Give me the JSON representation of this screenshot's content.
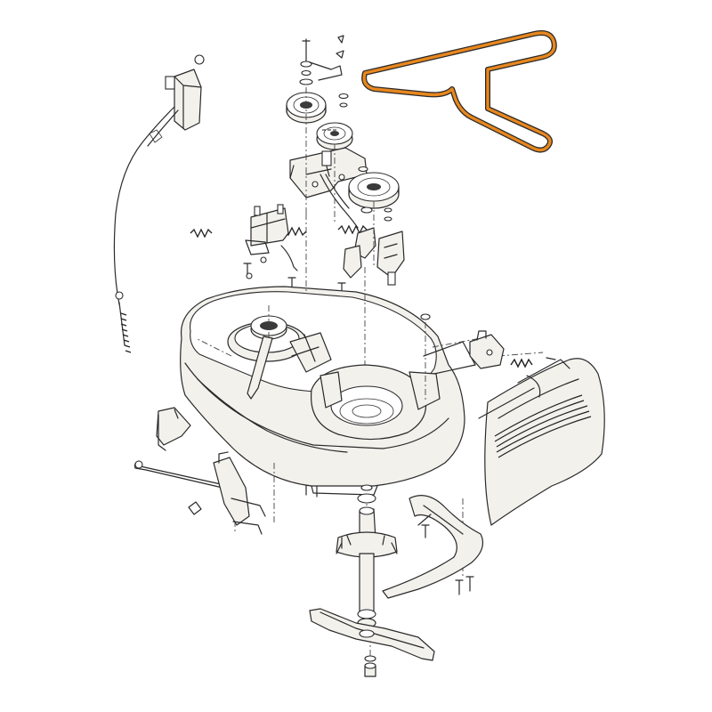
{
  "diagram": {
    "highlight_color": "#e8871e",
    "line_color": "#2a2a2a",
    "parts": [
      "drive-belt",
      "deck-lift-cable",
      "idler-pulley",
      "flat-idler-pulley",
      "drive-pulley",
      "idler-arm",
      "mower-deck",
      "spindle-pulley",
      "spindle-assembly",
      "mower-blade",
      "blade-bolt",
      "deflector-chute",
      "deck-hanger-bracket",
      "stabilizer-bracket",
      "belt-guard",
      "tension-spring"
    ]
  }
}
